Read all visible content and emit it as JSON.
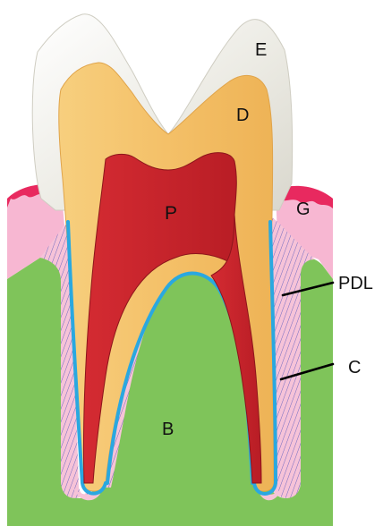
{
  "labels": {
    "enamel": "E",
    "dentin": "D",
    "pulp": "P",
    "gingiva": "G",
    "periodontal_ligament": "PDL",
    "cementum": "C",
    "bone": "B"
  },
  "colors": {
    "background": "#ffffff",
    "enamel": "#f1efe8",
    "dentin": "#f5c26a",
    "pulp": "#c8232b",
    "bone": "#7fc45a",
    "gingiva": "#f7b7d2",
    "gingiva_margin": "#e8295f",
    "cementum": "#2aa8e0",
    "ligament_fibers": "#5a58b8"
  }
}
